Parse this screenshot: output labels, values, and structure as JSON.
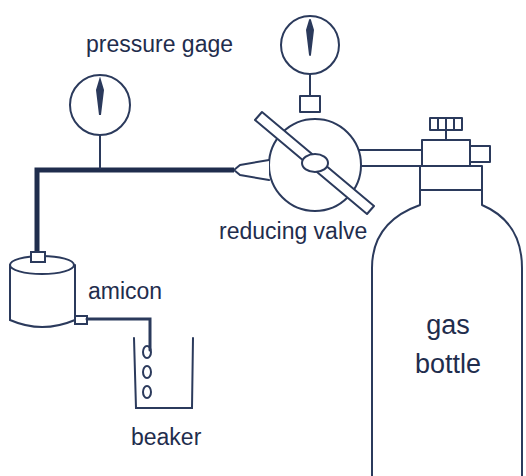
{
  "diagram": {
    "nodes": [
      {
        "text": [
          "gas bottle"
        ]
      }
    ],
    "labels": [
      "pressure gage",
      "reducing valve",
      "amicon",
      "beaker"
    ]
  }
}
